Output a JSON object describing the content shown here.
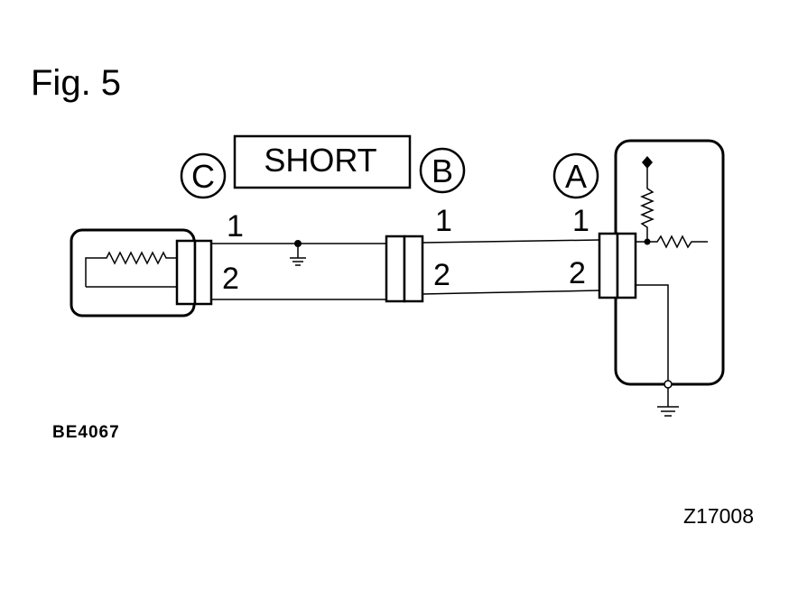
{
  "figure": {
    "title": "Fig. 5",
    "left_code": "BE4067",
    "right_code": "Z17008"
  },
  "fault": {
    "label": "SHORT"
  },
  "connectors": {
    "c": {
      "letter": "C",
      "pin1": "1",
      "pin2": "2"
    },
    "b": {
      "letter": "B",
      "pin1": "1",
      "pin2": "2"
    },
    "a": {
      "letter": "A",
      "pin1": "1",
      "pin2": "2"
    }
  }
}
